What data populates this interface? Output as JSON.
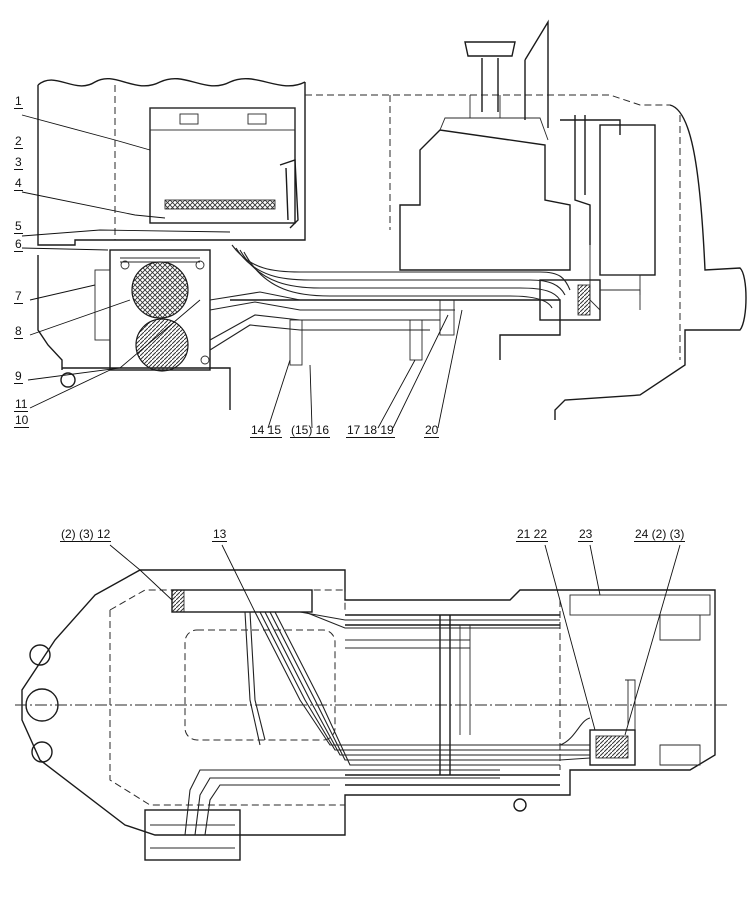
{
  "callouts_side_view": [
    "1",
    "2",
    "3",
    "4",
    "5",
    "6",
    "7",
    "8",
    "9",
    "11",
    "10",
    "14 15",
    "(15) 16",
    "17 18 19",
    "20"
  ],
  "callouts_top_view": [
    "(2) (3) 12",
    "13",
    "21 22",
    "23",
    "24 (2) (3)"
  ],
  "colors": {
    "ink": "#1a1a1a",
    "paper": "#ffffff",
    "hatch": "#333333"
  }
}
